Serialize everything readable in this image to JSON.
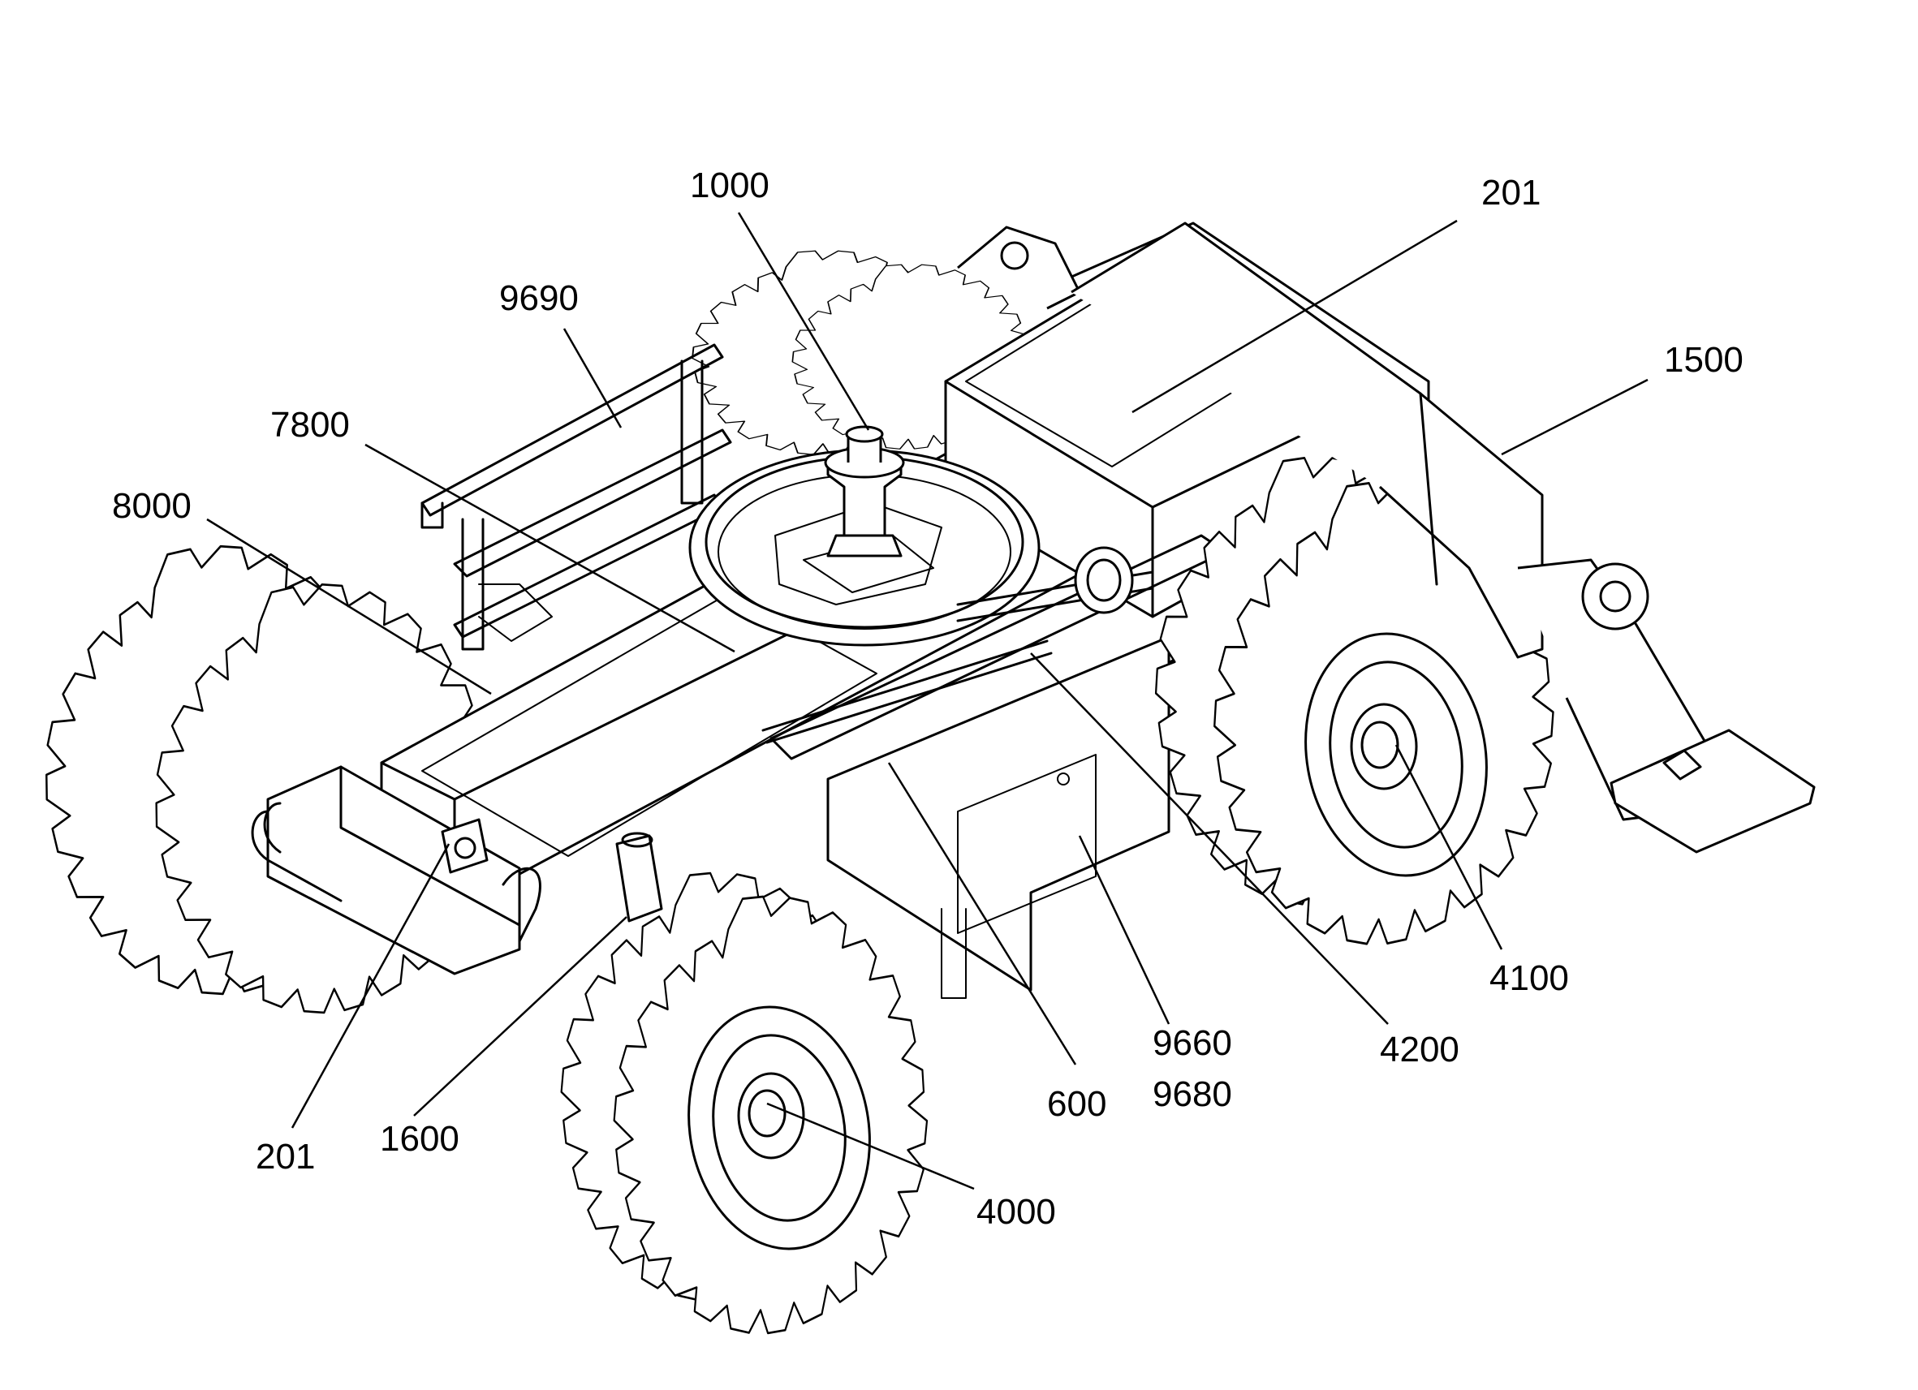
{
  "figure": {
    "callouts": [
      {
        "id": "c1000",
        "text": "1000"
      },
      {
        "id": "c201a",
        "text": "201"
      },
      {
        "id": "c9690",
        "text": "9690"
      },
      {
        "id": "c1500",
        "text": "1500"
      },
      {
        "id": "c7800",
        "text": "7800"
      },
      {
        "id": "c8000",
        "text": "8000"
      },
      {
        "id": "c4100",
        "text": "4100"
      },
      {
        "id": "c9660",
        "text": "9660"
      },
      {
        "id": "c9680",
        "text": "9680"
      },
      {
        "id": "c4200",
        "text": "4200"
      },
      {
        "id": "c600",
        "text": "600"
      },
      {
        "id": "c201b",
        "text": "201"
      },
      {
        "id": "c1600",
        "text": "1600"
      },
      {
        "id": "c4000",
        "text": "4000"
      }
    ]
  }
}
